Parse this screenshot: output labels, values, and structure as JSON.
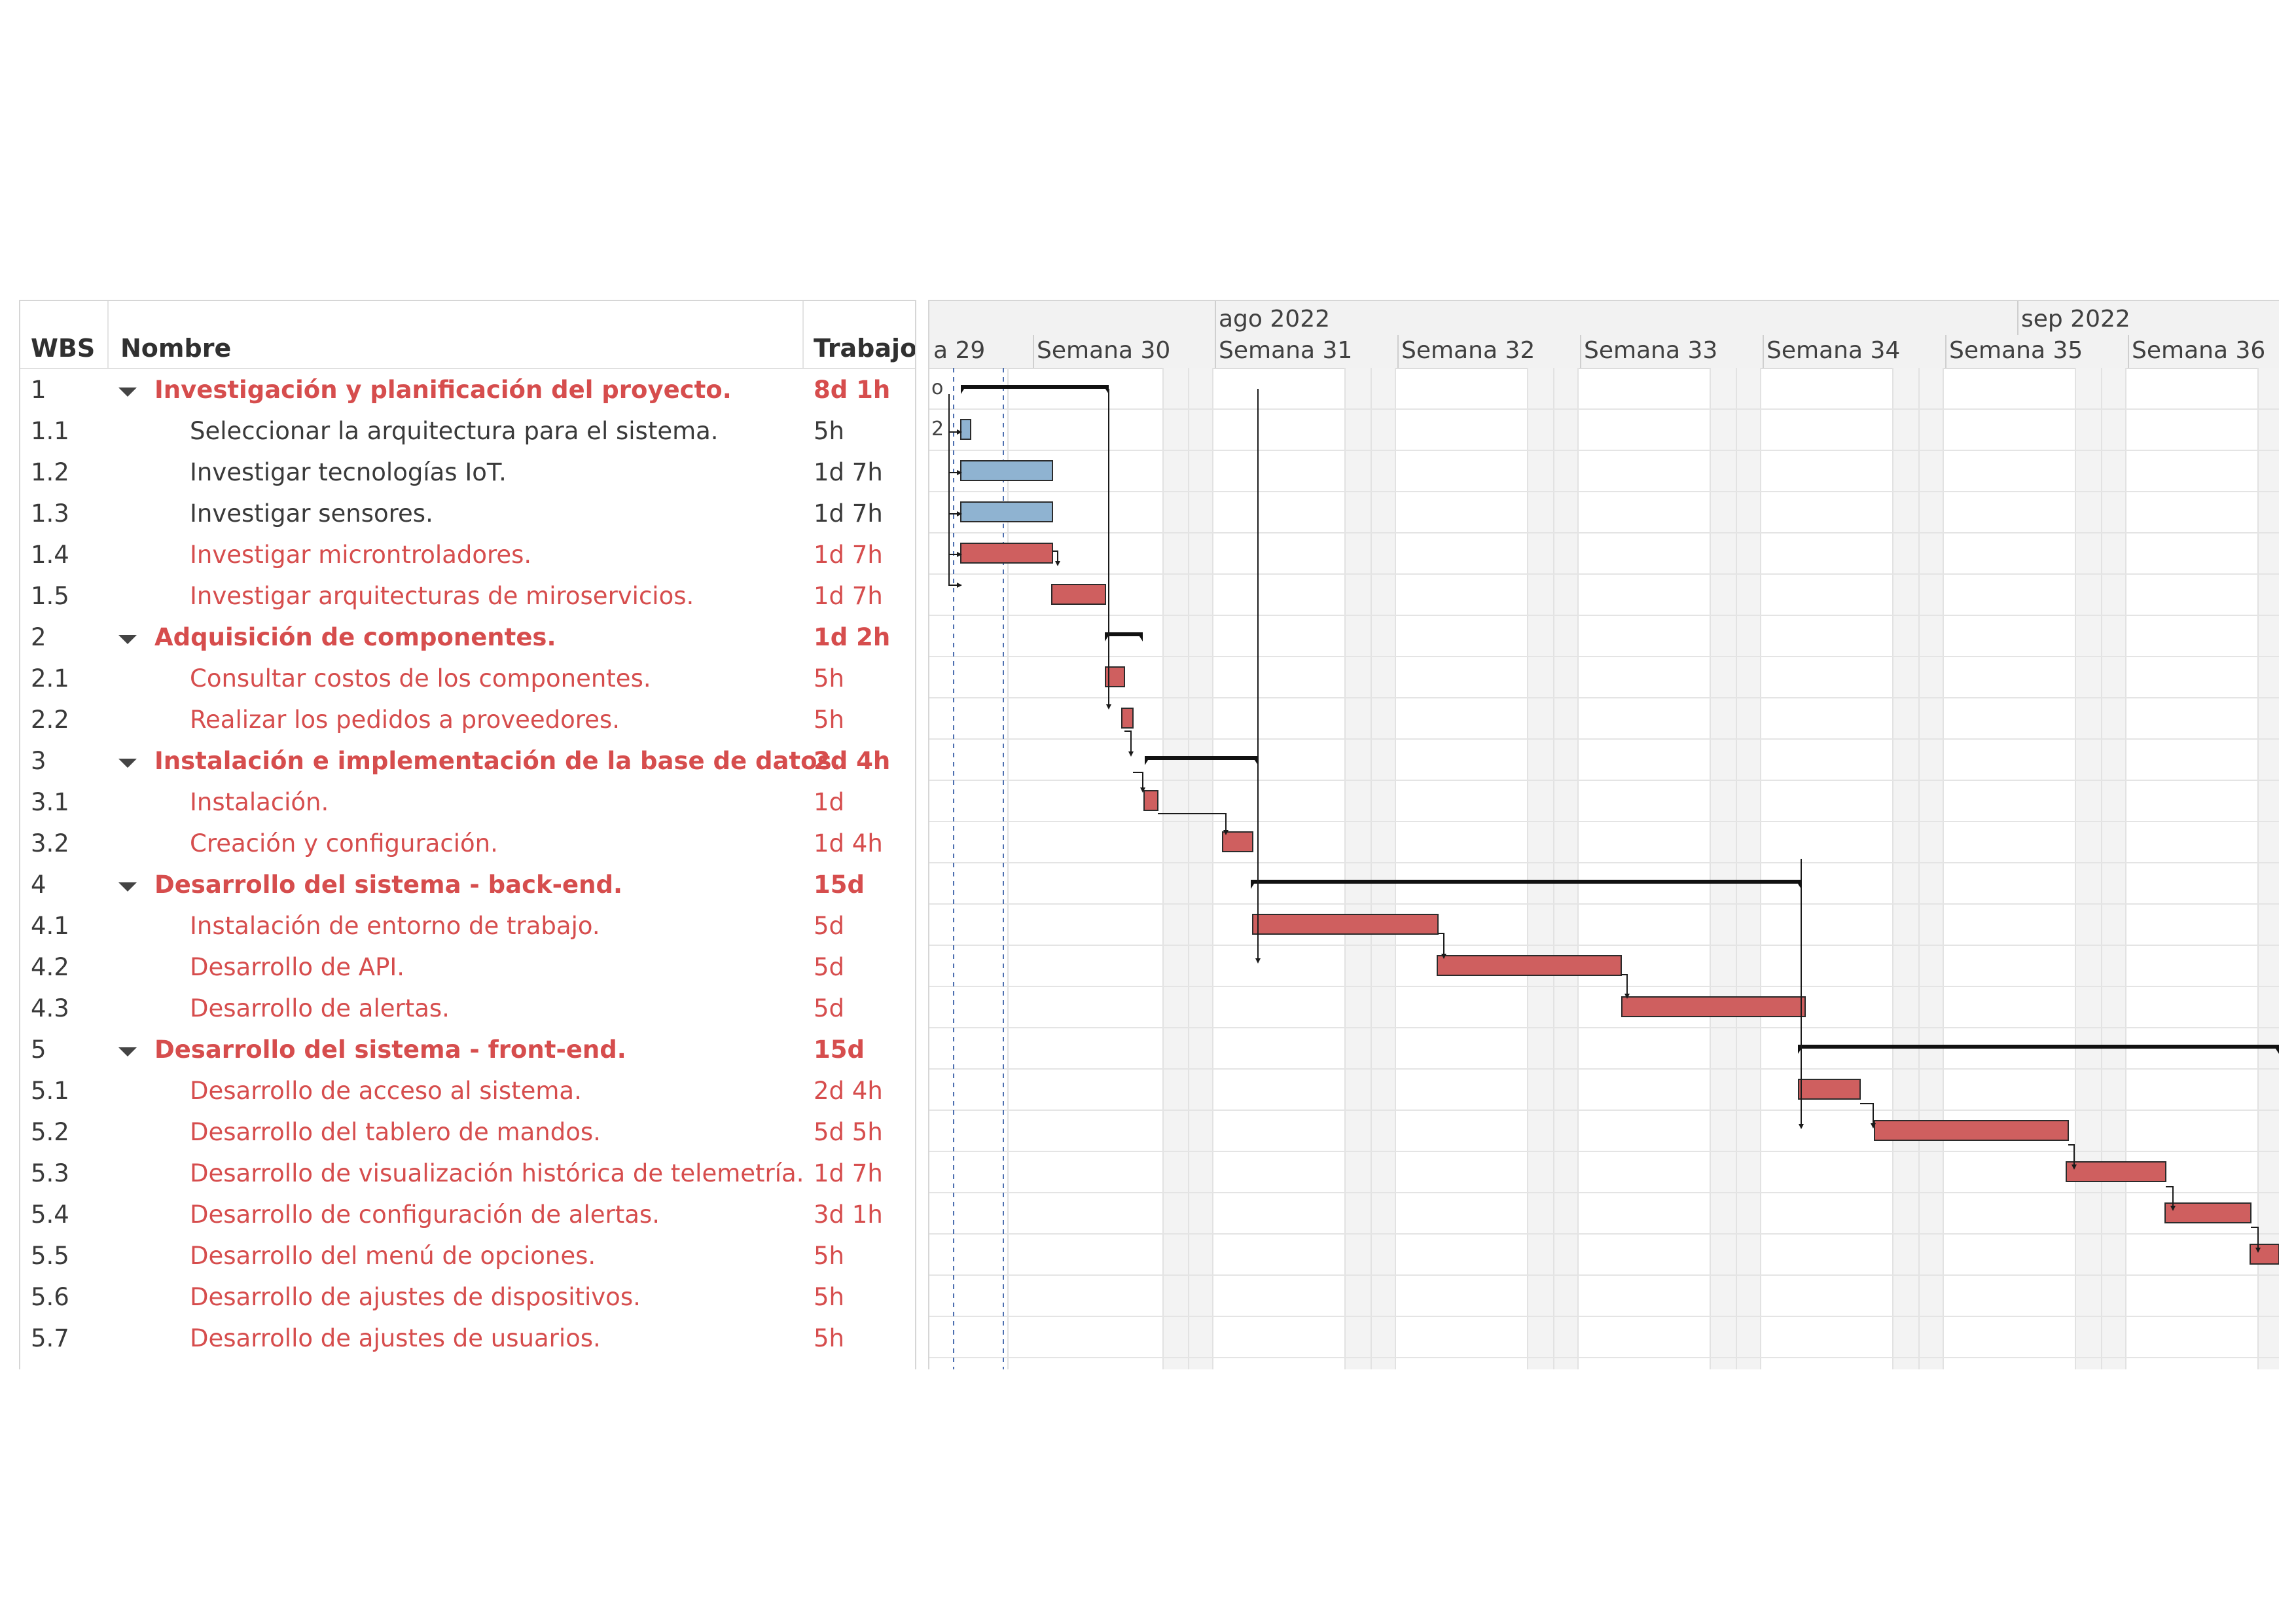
{
  "table": {
    "headers": {
      "wbs": "WBS",
      "name": "Nombre",
      "work": "Trabajo"
    },
    "rows": [
      {
        "wbs": "1",
        "name": "Investigación y planificación del proyecto.",
        "work": "8d 1h",
        "summary": true,
        "critical": true
      },
      {
        "wbs": "1.1",
        "name": "Seleccionar la arquitectura para el sistema.",
        "work": "5h",
        "summary": false,
        "critical": false
      },
      {
        "wbs": "1.2",
        "name": "Investigar tecnologías IoT.",
        "work": "1d 7h",
        "summary": false,
        "critical": false
      },
      {
        "wbs": "1.3",
        "name": "Investigar sensores.",
        "work": "1d 7h",
        "summary": false,
        "critical": false
      },
      {
        "wbs": "1.4",
        "name": "Investigar microntroladores.",
        "work": "1d 7h",
        "summary": false,
        "critical": true
      },
      {
        "wbs": "1.5",
        "name": "Investigar arquitecturas de miroservicios.",
        "work": "1d 7h",
        "summary": false,
        "critical": true
      },
      {
        "wbs": "2",
        "name": "Adquisición de componentes.",
        "work": "1d 2h",
        "summary": true,
        "critical": true
      },
      {
        "wbs": "2.1",
        "name": "Consultar costos de los componentes.",
        "work": "5h",
        "summary": false,
        "critical": true
      },
      {
        "wbs": "2.2",
        "name": "Realizar los pedidos a proveedores.",
        "work": "5h",
        "summary": false,
        "critical": true
      },
      {
        "wbs": "3",
        "name": "Instalación e implementación de la base de datos.",
        "work": "2d 4h",
        "summary": true,
        "critical": true
      },
      {
        "wbs": "3.1",
        "name": "Instalación.",
        "work": "1d",
        "summary": false,
        "critical": true
      },
      {
        "wbs": "3.2",
        "name": "Creación y configuración.",
        "work": "1d 4h",
        "summary": false,
        "critical": true
      },
      {
        "wbs": "4",
        "name": "Desarrollo del sistema - back-end.",
        "work": "15d",
        "summary": true,
        "critical": true
      },
      {
        "wbs": "4.1",
        "name": "Instalación de entorno de trabajo.",
        "work": "5d",
        "summary": false,
        "critical": true
      },
      {
        "wbs": "4.2",
        "name": "Desarrollo de API.",
        "work": "5d",
        "summary": false,
        "critical": true
      },
      {
        "wbs": "4.3",
        "name": "Desarrollo de alertas.",
        "work": "5d",
        "summary": false,
        "critical": true
      },
      {
        "wbs": "5",
        "name": "Desarrollo del sistema - front-end.",
        "work": "15d",
        "summary": true,
        "critical": true
      },
      {
        "wbs": "5.1",
        "name": "Desarrollo de acceso al sistema.",
        "work": "2d 4h",
        "summary": false,
        "critical": true
      },
      {
        "wbs": "5.2",
        "name": "Desarrollo del tablero de mandos.",
        "work": "5d 5h",
        "summary": false,
        "critical": true
      },
      {
        "wbs": "5.3",
        "name": "Desarrollo de visualización histórica de telemetría.",
        "work": "1d 7h",
        "summary": false,
        "critical": true
      },
      {
        "wbs": "5.4",
        "name": "Desarrollo de configuración de alertas.",
        "work": "3d 1h",
        "summary": false,
        "critical": true
      },
      {
        "wbs": "5.5",
        "name": "Desarrollo del menú de opciones.",
        "work": "5h",
        "summary": false,
        "critical": true
      },
      {
        "wbs": "5.6",
        "name": "Desarrollo de ajustes de dispositivos.",
        "work": "5h",
        "summary": false,
        "critical": true
      },
      {
        "wbs": "5.7",
        "name": "Desarrollo de ajustes de usuarios.",
        "work": "5h",
        "summary": false,
        "critical": true
      }
    ]
  },
  "gantt": {
    "months": [
      "ago 2022",
      "sep 2022"
    ],
    "weeks": [
      "a 29",
      "Semana 30",
      "Semana 31",
      "Semana 32",
      "Semana 33",
      "Semana 34",
      "Semana 35",
      "Semana 36"
    ],
    "row_marks": [
      "o",
      "2"
    ],
    "colors": {
      "critical": "#cf5f5f",
      "normal": "#8fb3d1",
      "outline": "#2b2b2b",
      "weekend": "#f3f3f3"
    }
  }
}
